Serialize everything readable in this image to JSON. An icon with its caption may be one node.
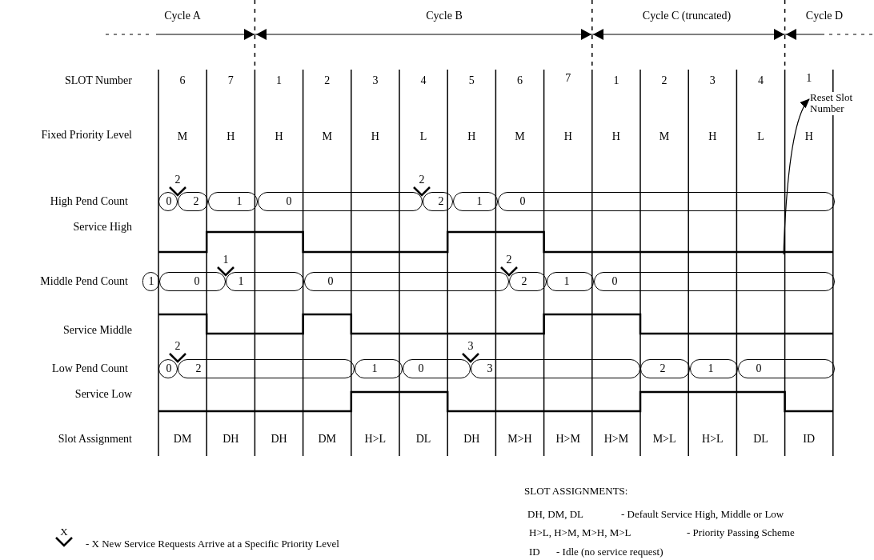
{
  "diagram": {
    "nodes": [
      {
        "text": [
          "0"
        ]
      },
      {
        "text": [
          "2"
        ]
      },
      {
        "text": [
          "1"
        ]
      },
      {
        "text": [
          "0"
        ]
      },
      {
        "text": [
          "2"
        ]
      },
      {
        "text": [
          "1"
        ]
      },
      {
        "text": [
          "0"
        ]
      },
      {
        "text": [
          "1"
        ]
      },
      {
        "text": [
          "0"
        ]
      },
      {
        "text": [
          "1"
        ]
      },
      {
        "text": [
          "0"
        ]
      },
      {
        "text": [
          "2"
        ]
      },
      {
        "text": [
          "1"
        ]
      },
      {
        "text": [
          "0"
        ]
      },
      {
        "text": [
          "0"
        ]
      },
      {
        "text": [
          "2"
        ]
      },
      {
        "text": [
          "1"
        ]
      },
      {
        "text": [
          "0"
        ]
      },
      {
        "text": [
          "3"
        ]
      },
      {
        "text": [
          "2"
        ]
      },
      {
        "text": [
          "1"
        ]
      },
      {
        "text": [
          "0"
        ]
      },
      {
        "text": [
          "Reset Slot Number"
        ]
      }
    ],
    "edges": [
      {
        "from": null,
        "to": 22,
        "arrow": "to"
      }
    ],
    "labels": [
      "Cycle A",
      "Cycle B",
      "Cycle C (truncated)",
      "Cycle D",
      "SLOT Number",
      "6",
      "7",
      "1",
      "2",
      "3",
      "4",
      "5",
      "6",
      "7",
      "1",
      "2",
      "3",
      "4",
      "1",
      "Fixed Priority Level",
      "M",
      "H",
      "H",
      "M",
      "H",
      "L",
      "H",
      "M",
      "H",
      "H",
      "M",
      "H",
      "L",
      "H",
      "2",
      "2",
      "High Pend Count",
      "Service High",
      "1",
      "2",
      "Middle Pend Count",
      "Service Middle",
      "2",
      "3",
      "Low Pend Count",
      "Service Low",
      "Slot Assignment",
      "DM",
      "DH",
      "DH",
      "DM",
      "H>L",
      "DL",
      "DH",
      "M>H",
      "H>M",
      "H>M",
      "M>L",
      "H>L",
      "DL",
      "ID",
      "SLOT ASSIGNMENTS:",
      "DH, DM, DL",
      "- Default Service High, Middle or Low",
      "X",
      "H>L, H>M, M>H, M>L",
      "- Priority Passing Scheme",
      "ID",
      "- Idle (no service request)"
    ],
    "legend": [
      {
        "text": "- X New Service Requests Arrive at a Specific Priority Level"
      }
    ]
  }
}
